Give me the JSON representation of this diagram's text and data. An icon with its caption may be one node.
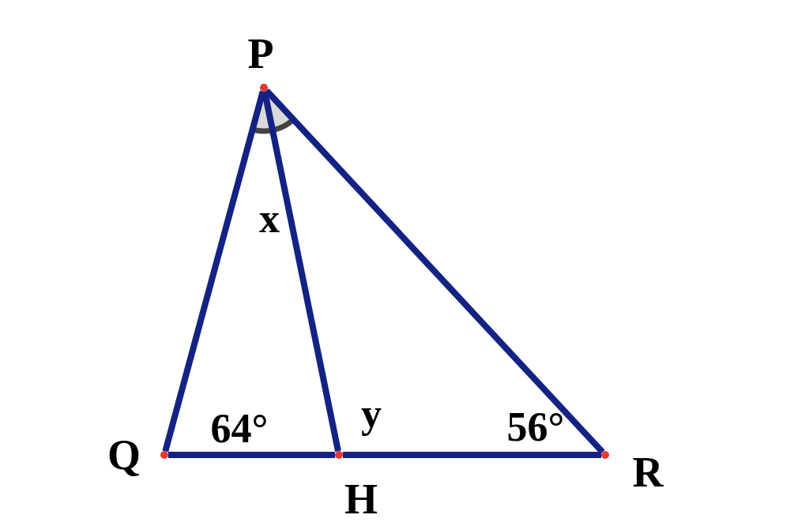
{
  "diagram": {
    "nodes": [
      {
        "text": [],
        "shape": "circle",
        "beside": [
          "P"
        ]
      },
      {
        "text": [],
        "shape": "circle",
        "beside": [
          "Q"
        ]
      },
      {
        "text": [],
        "shape": "circle",
        "beside": [
          "H"
        ]
      },
      {
        "text": [],
        "shape": "circle",
        "beside": [
          "R"
        ]
      }
    ],
    "edges": [
      {
        "from": 0,
        "to": 1,
        "arrow": "none"
      },
      {
        "from": 0,
        "to": 2,
        "arrow": "none"
      },
      {
        "from": 0,
        "to": 3,
        "arrow": "none"
      },
      {
        "from": 1,
        "to": 2,
        "arrow": "none"
      },
      {
        "from": 2,
        "to": 3,
        "arrow": "none"
      }
    ],
    "labels": [
      "x",
      "64°",
      "y",
      "56°"
    ]
  }
}
